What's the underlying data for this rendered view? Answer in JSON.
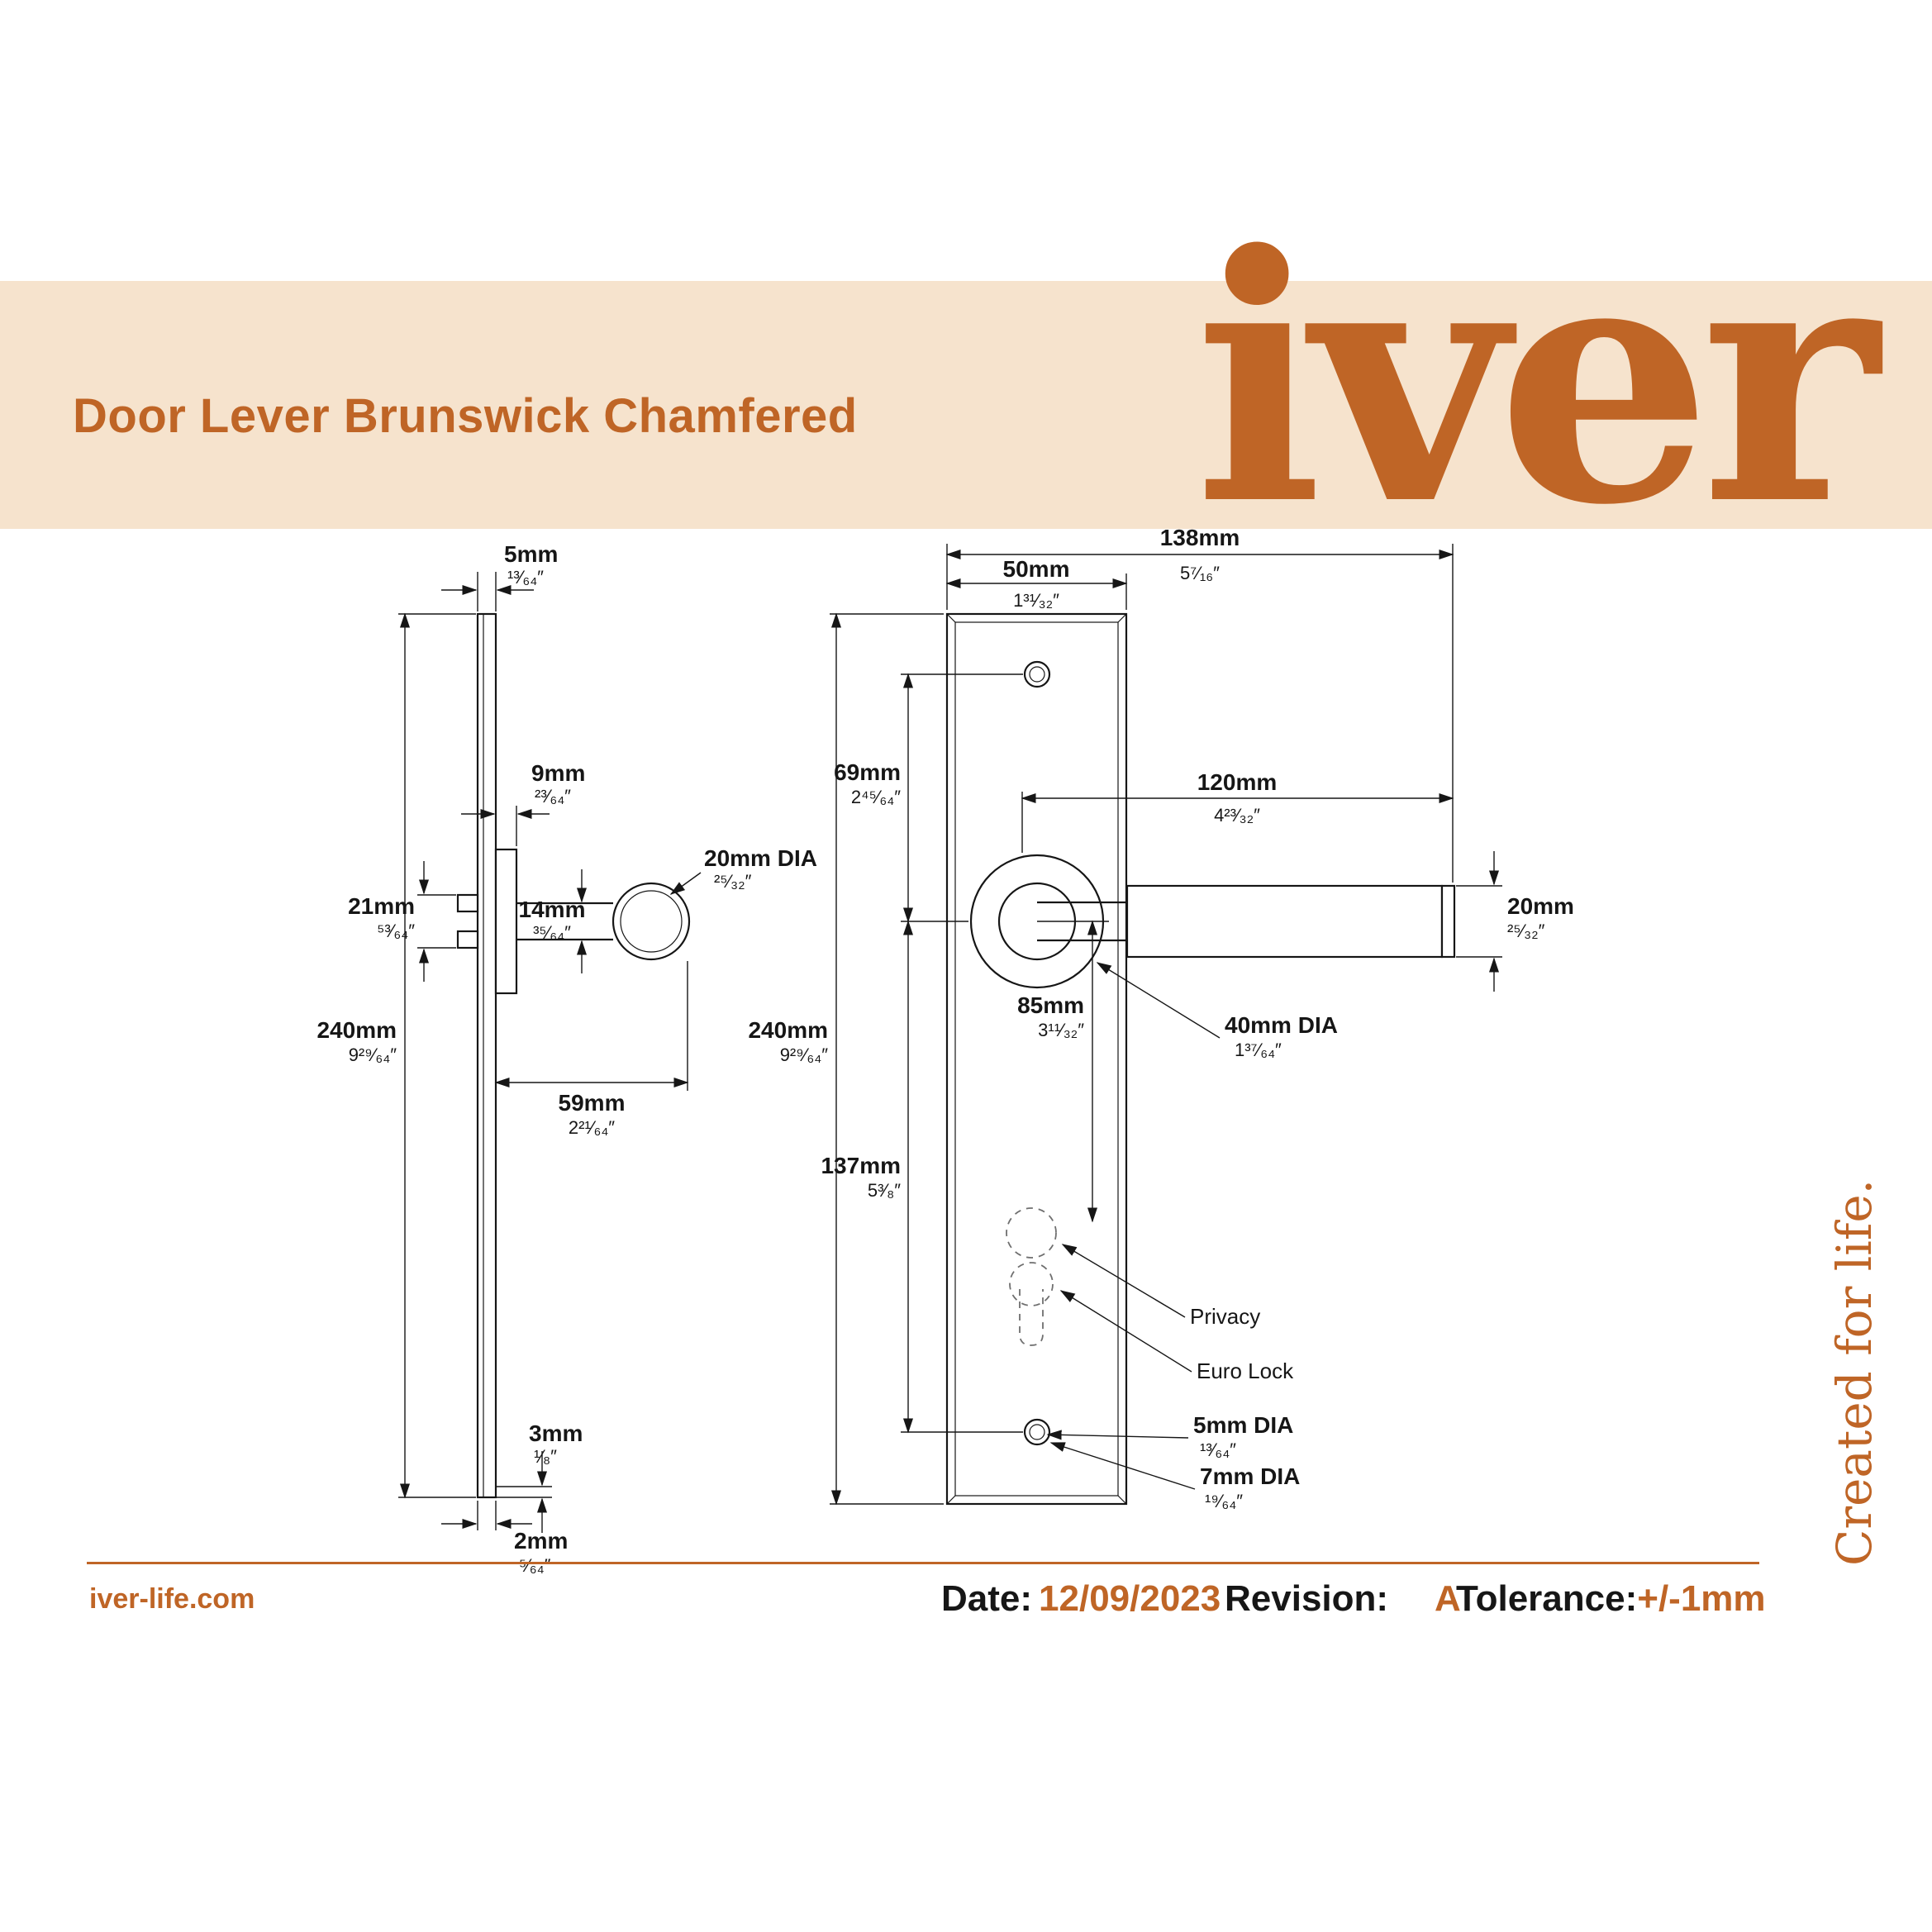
{
  "header": {
    "title": "Door Lever Brunswick Chamfered",
    "logo_text": "iver"
  },
  "tagline": "Created for life.",
  "footer": {
    "website": "iver-life.com",
    "date_label": "Date:",
    "date_value": "12/09/2023",
    "revision_label": "Revision:",
    "revision_value": "A",
    "tolerance_label": "Tolerance:",
    "tolerance_value": "+/-1mm"
  },
  "drawings": {
    "side_view": {
      "thickness": {
        "mm": "5mm",
        "in": "¹³⁄₆₄″"
      },
      "boss_depth": {
        "mm": "9mm",
        "in": "²³⁄₆₄″"
      },
      "grip_diameter": {
        "mm": "20mm DIA",
        "in": "²⁵⁄₃₂″"
      },
      "fixing_span": {
        "mm": "21mm",
        "in": "⁵³⁄₆₄″"
      },
      "neck_diameter": {
        "mm": "14mm",
        "in": "³⁵⁄₆₄″"
      },
      "plate_height": {
        "mm": "240mm",
        "in": "9²⁹⁄₆₄″"
      },
      "projection": {
        "mm": "59mm",
        "in": "2²¹⁄₆₄″"
      },
      "edge_depth": {
        "mm": "3mm",
        "in": "¹⁄₈″"
      },
      "edge_thickness": {
        "mm": "2mm",
        "in": "⁵⁄₆₄″"
      }
    },
    "front_view": {
      "overall_width": {
        "mm": "138mm",
        "in": "5⁷⁄₁₆″"
      },
      "plate_width": {
        "mm": "50mm",
        "in": "1³¹⁄₃₂″"
      },
      "screw_to_centre": {
        "mm": "69mm",
        "in": "2⁴⁵⁄₆₄″"
      },
      "lever_length": {
        "mm": "120mm",
        "in": "4²³⁄₃₂″"
      },
      "grip_diameter": {
        "mm": "20mm",
        "in": "²⁵⁄₃₂″"
      },
      "plate_height": {
        "mm": "240mm",
        "in": "9²⁹⁄₆₄″"
      },
      "centre_to_keyhole": {
        "mm": "85mm",
        "in": "3¹¹⁄₃₂″"
      },
      "centre_to_screw": {
        "mm": "137mm",
        "in": "5³⁄₈″"
      },
      "rose_diameter": {
        "mm": "40mm DIA",
        "in": "1³⁷⁄₆₄″"
      },
      "privacy_label": "Privacy",
      "euro_lock_label": "Euro Lock",
      "screw_diameter": {
        "mm": "5mm DIA",
        "in": "¹³⁄₆₄″"
      },
      "hole_diameter": {
        "mm": "7mm DIA",
        "in": "¹⁹⁄₆₄″"
      }
    }
  },
  "colors": {
    "accent": "#bf6526",
    "band": "#f6e3cd",
    "ink": "#161616"
  }
}
